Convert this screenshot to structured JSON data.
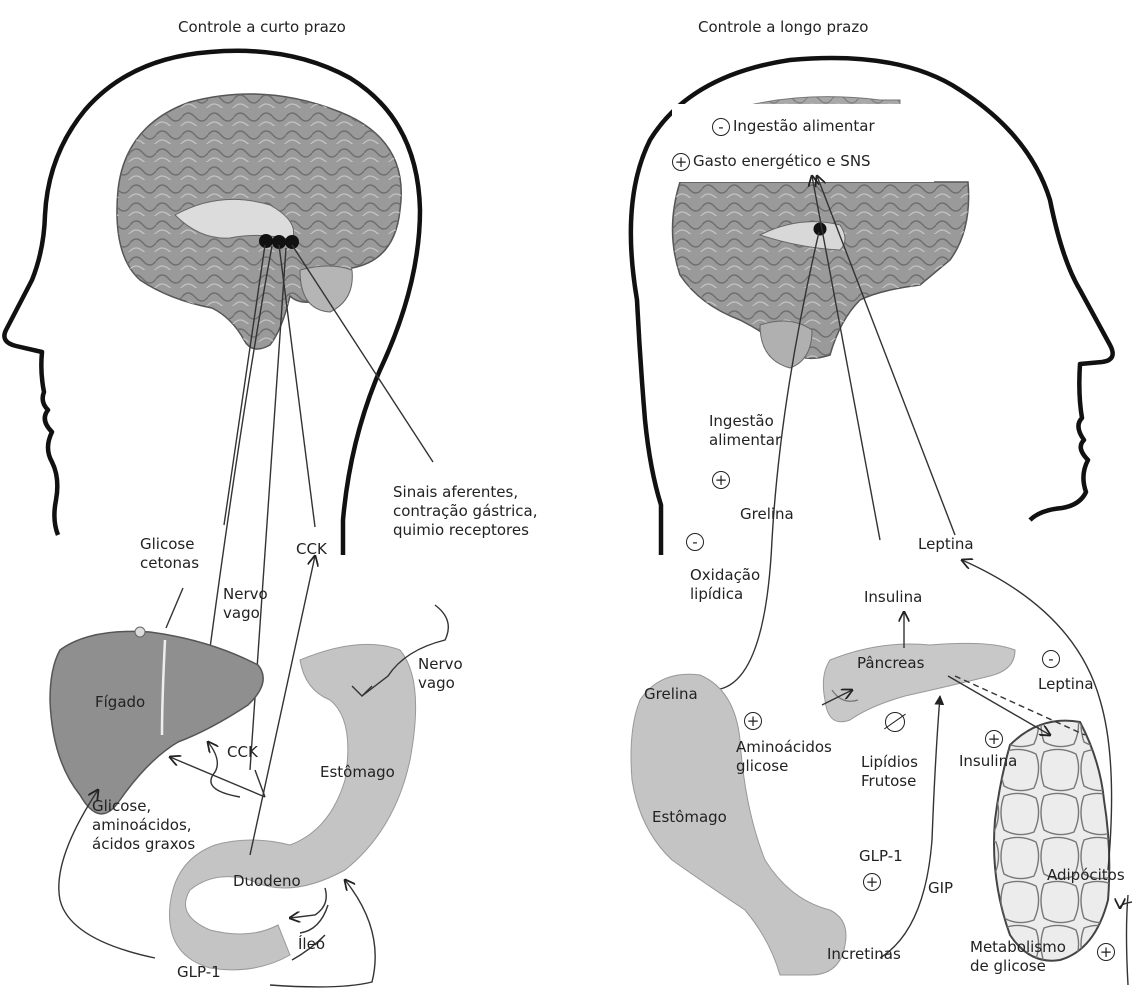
{
  "left": {
    "title": "Controle a curto prazo",
    "signals_afferent": [
      "Sinais aferentes,",
      "contração gástrica,",
      "quimio receptores"
    ],
    "glicose_cetonas": [
      "Glicose",
      "cetonas"
    ],
    "cck_top": "CCK",
    "nervo_vago_1": [
      "Nervo",
      "vago"
    ],
    "nervo_vago_2": [
      "Nervo",
      "vago"
    ],
    "figado": "Fígado",
    "cck_mid": "CCK",
    "estomago": "Estômago",
    "nutrientes": [
      "Glicose,",
      "aminoácidos,",
      "ácidos graxos"
    ],
    "duodeno": "Duodeno",
    "ileo": "Íleo",
    "glp1": "GLP-1"
  },
  "right": {
    "title": "Controle a longo prazo",
    "ingestao_top": "Ingestão alimentar",
    "gasto": "Gasto energético e SNS",
    "ingestao_mid": [
      "Ingestão",
      "alimentar"
    ],
    "grelina_up": "Grelina",
    "oxidacao": [
      "Oxidação",
      "lipídica"
    ],
    "leptina_top": "Leptina",
    "insulina_top": "Insulina",
    "pancreas": "Pâncreas",
    "leptina_mid": "Leptina",
    "grelina_side": "Grelina",
    "aminoacidos": [
      "Aminoácidos",
      "glicose"
    ],
    "lipidios": [
      "Lipídios",
      "Frutose"
    ],
    "insulina_mid": "Insulina",
    "estomago": "Estômago",
    "glp1": "GLP-1",
    "gip": "GIP",
    "adipocitos": "Adipócitos",
    "incretinas": "Incretinas",
    "metabolismo": [
      "Metabolismo",
      "de glicose"
    ]
  },
  "symbols": {
    "plus": "+",
    "minus": "-"
  },
  "colors": {
    "organ_fill": "#c4c4c4",
    "liver_fill": "#8f8f8f",
    "brain_fill": "#9a9a9a",
    "line": "#222222"
  }
}
